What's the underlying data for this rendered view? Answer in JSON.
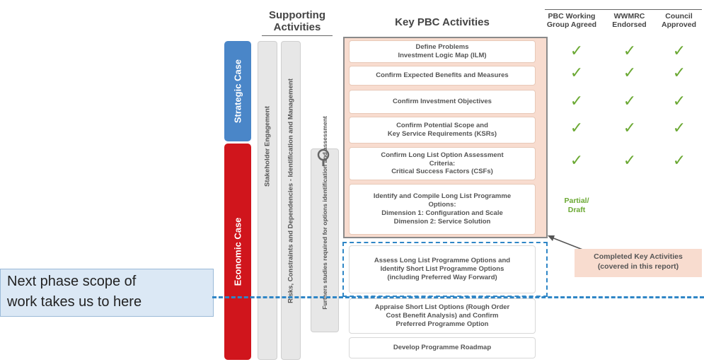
{
  "headers": {
    "supporting": "Supporting\nActivities",
    "key": "Key PBC Activities",
    "col1": "PBC Working\nGroup Agreed",
    "col2": "WWMRC\nEndorsed",
    "col3": "Council\nApproved"
  },
  "cases": {
    "strategic": "Strategic Case",
    "economic": "Economic Case"
  },
  "supporting": {
    "stakeholder": "Stakeholder Engagement",
    "risks": "Risks, Constraints and Dependencies - Identification and Management",
    "further": "Furthers studies required for options identification and assessment"
  },
  "activities": [
    "Define Problems\nInvestment Logic Map (ILM)",
    "Confirm Expected Benefits and Measures",
    "Confirm Investment Objectives",
    "Confirm Potential Scope and\nKey Service Requirements (KSRs)",
    "Confirm Long List Option Assessment\nCriteria:\nCritical Success Factors (CSFs)",
    "Identify and Compile Long List Programme\nOptions:\nDimension 1: Configuration and Scale\nDimension 2: Service Solution",
    "Assess Long List Programme Options and\nIdentify Short List Programme Options\n(including Preferred Way Forward)",
    "Appraise Short List Options (Rough Order\nCost Benefit Analysis) and Confirm\nPreferred Programme Option",
    "Develop Programme Roadmap"
  ],
  "tick_glyph": "✓",
  "partial": "Partial/\nDraft",
  "completed_label": "Completed Key Activities\n(covered in this report)",
  "next_phase": "Next phase scope of\nwork takes us to here",
  "colors": {
    "strategic": "#4a86c8",
    "economic": "#d0151c",
    "tick": "#6aa832",
    "completed_bg": "#f8dccf",
    "next_bg": "#dbe8f5",
    "dash": "#2f86c6"
  }
}
